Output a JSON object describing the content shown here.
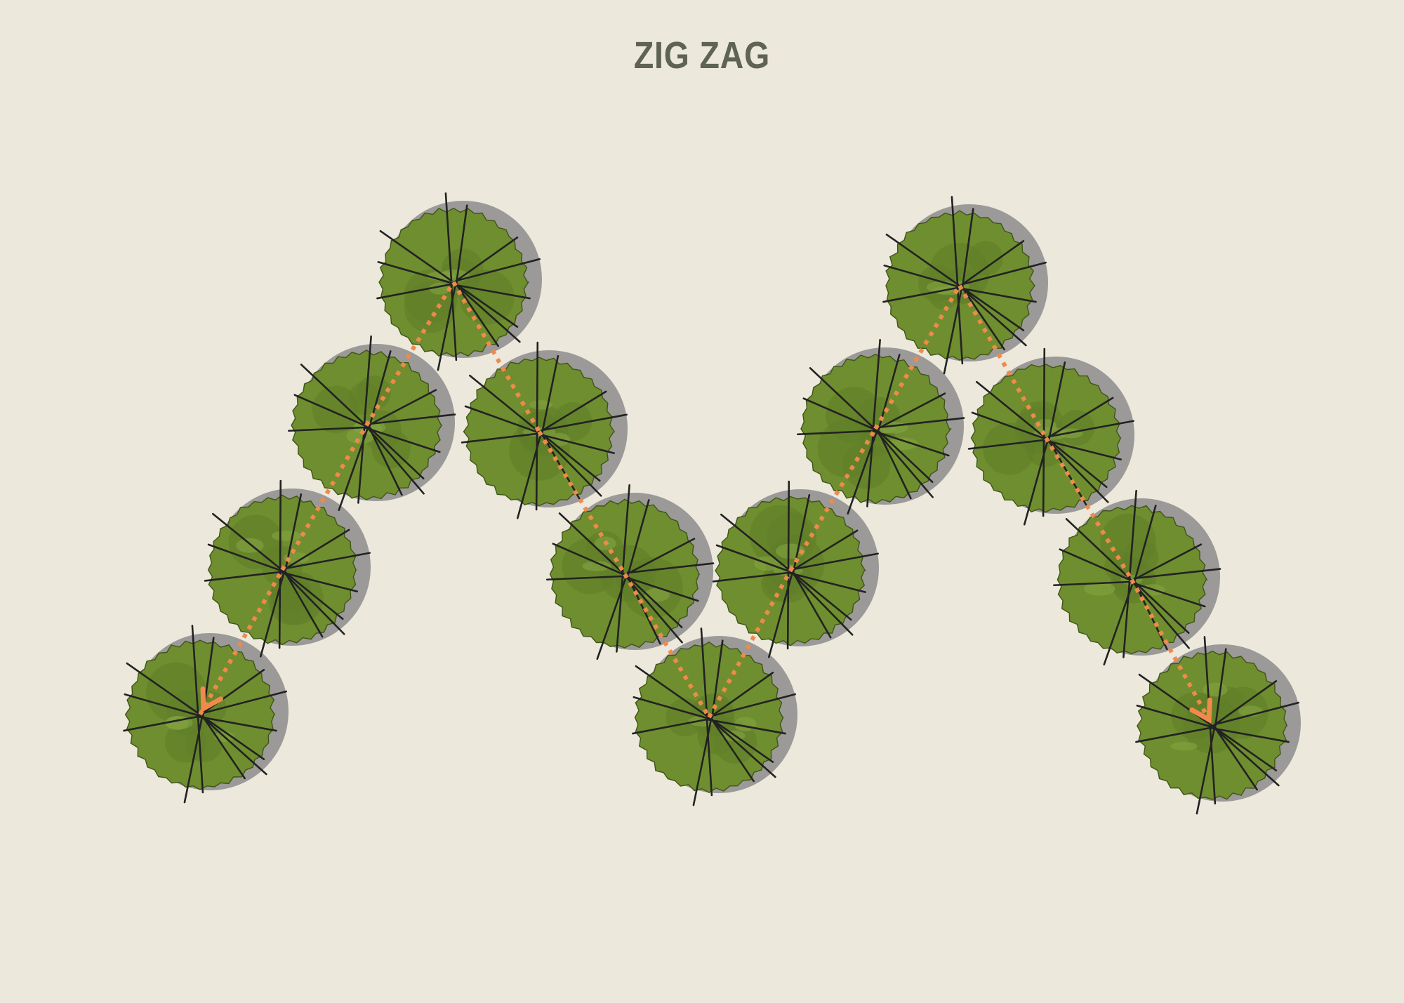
{
  "title": "ZIG ZAG",
  "colors": {
    "background": "#ece8db",
    "title": "#5e6353",
    "canopy": "#6f8e2f",
    "canopy_dark": "#5f7d28",
    "canopy_light": "#84a341",
    "edge": "#3f5418",
    "shadow": "#9b9a98",
    "branch": "#222222",
    "path": "#f08a4b"
  },
  "icons": {
    "tree": "tree-canopy-icon",
    "arrow": "arrow-chevron-icon"
  },
  "trees": [
    {
      "id": "tree-1",
      "zigzag": "left",
      "step": 1
    },
    {
      "id": "tree-2",
      "zigzag": "left",
      "step": 2
    },
    {
      "id": "tree-3",
      "zigzag": "left",
      "step": 3
    },
    {
      "id": "tree-4",
      "zigzag": "left",
      "step": 4
    },
    {
      "id": "tree-5",
      "zigzag": "left",
      "step": 5
    },
    {
      "id": "tree-6",
      "zigzag": "left",
      "step": 6
    },
    {
      "id": "tree-7",
      "zigzag": "left",
      "step": 7
    },
    {
      "id": "tree-8",
      "zigzag": "right",
      "step": 8
    },
    {
      "id": "tree-9",
      "zigzag": "right",
      "step": 9
    },
    {
      "id": "tree-10",
      "zigzag": "right",
      "step": 10
    },
    {
      "id": "tree-11",
      "zigzag": "right",
      "step": 11
    },
    {
      "id": "tree-12",
      "zigzag": "right",
      "step": 12
    },
    {
      "id": "tree-13",
      "zigzag": "right",
      "step": 13
    }
  ],
  "path_order": [
    "tree-1",
    "tree-2",
    "tree-3",
    "tree-4",
    "tree-5",
    "tree-6",
    "tree-7",
    "tree-8",
    "tree-9",
    "tree-10",
    "tree-11",
    "tree-12",
    "tree-13"
  ]
}
